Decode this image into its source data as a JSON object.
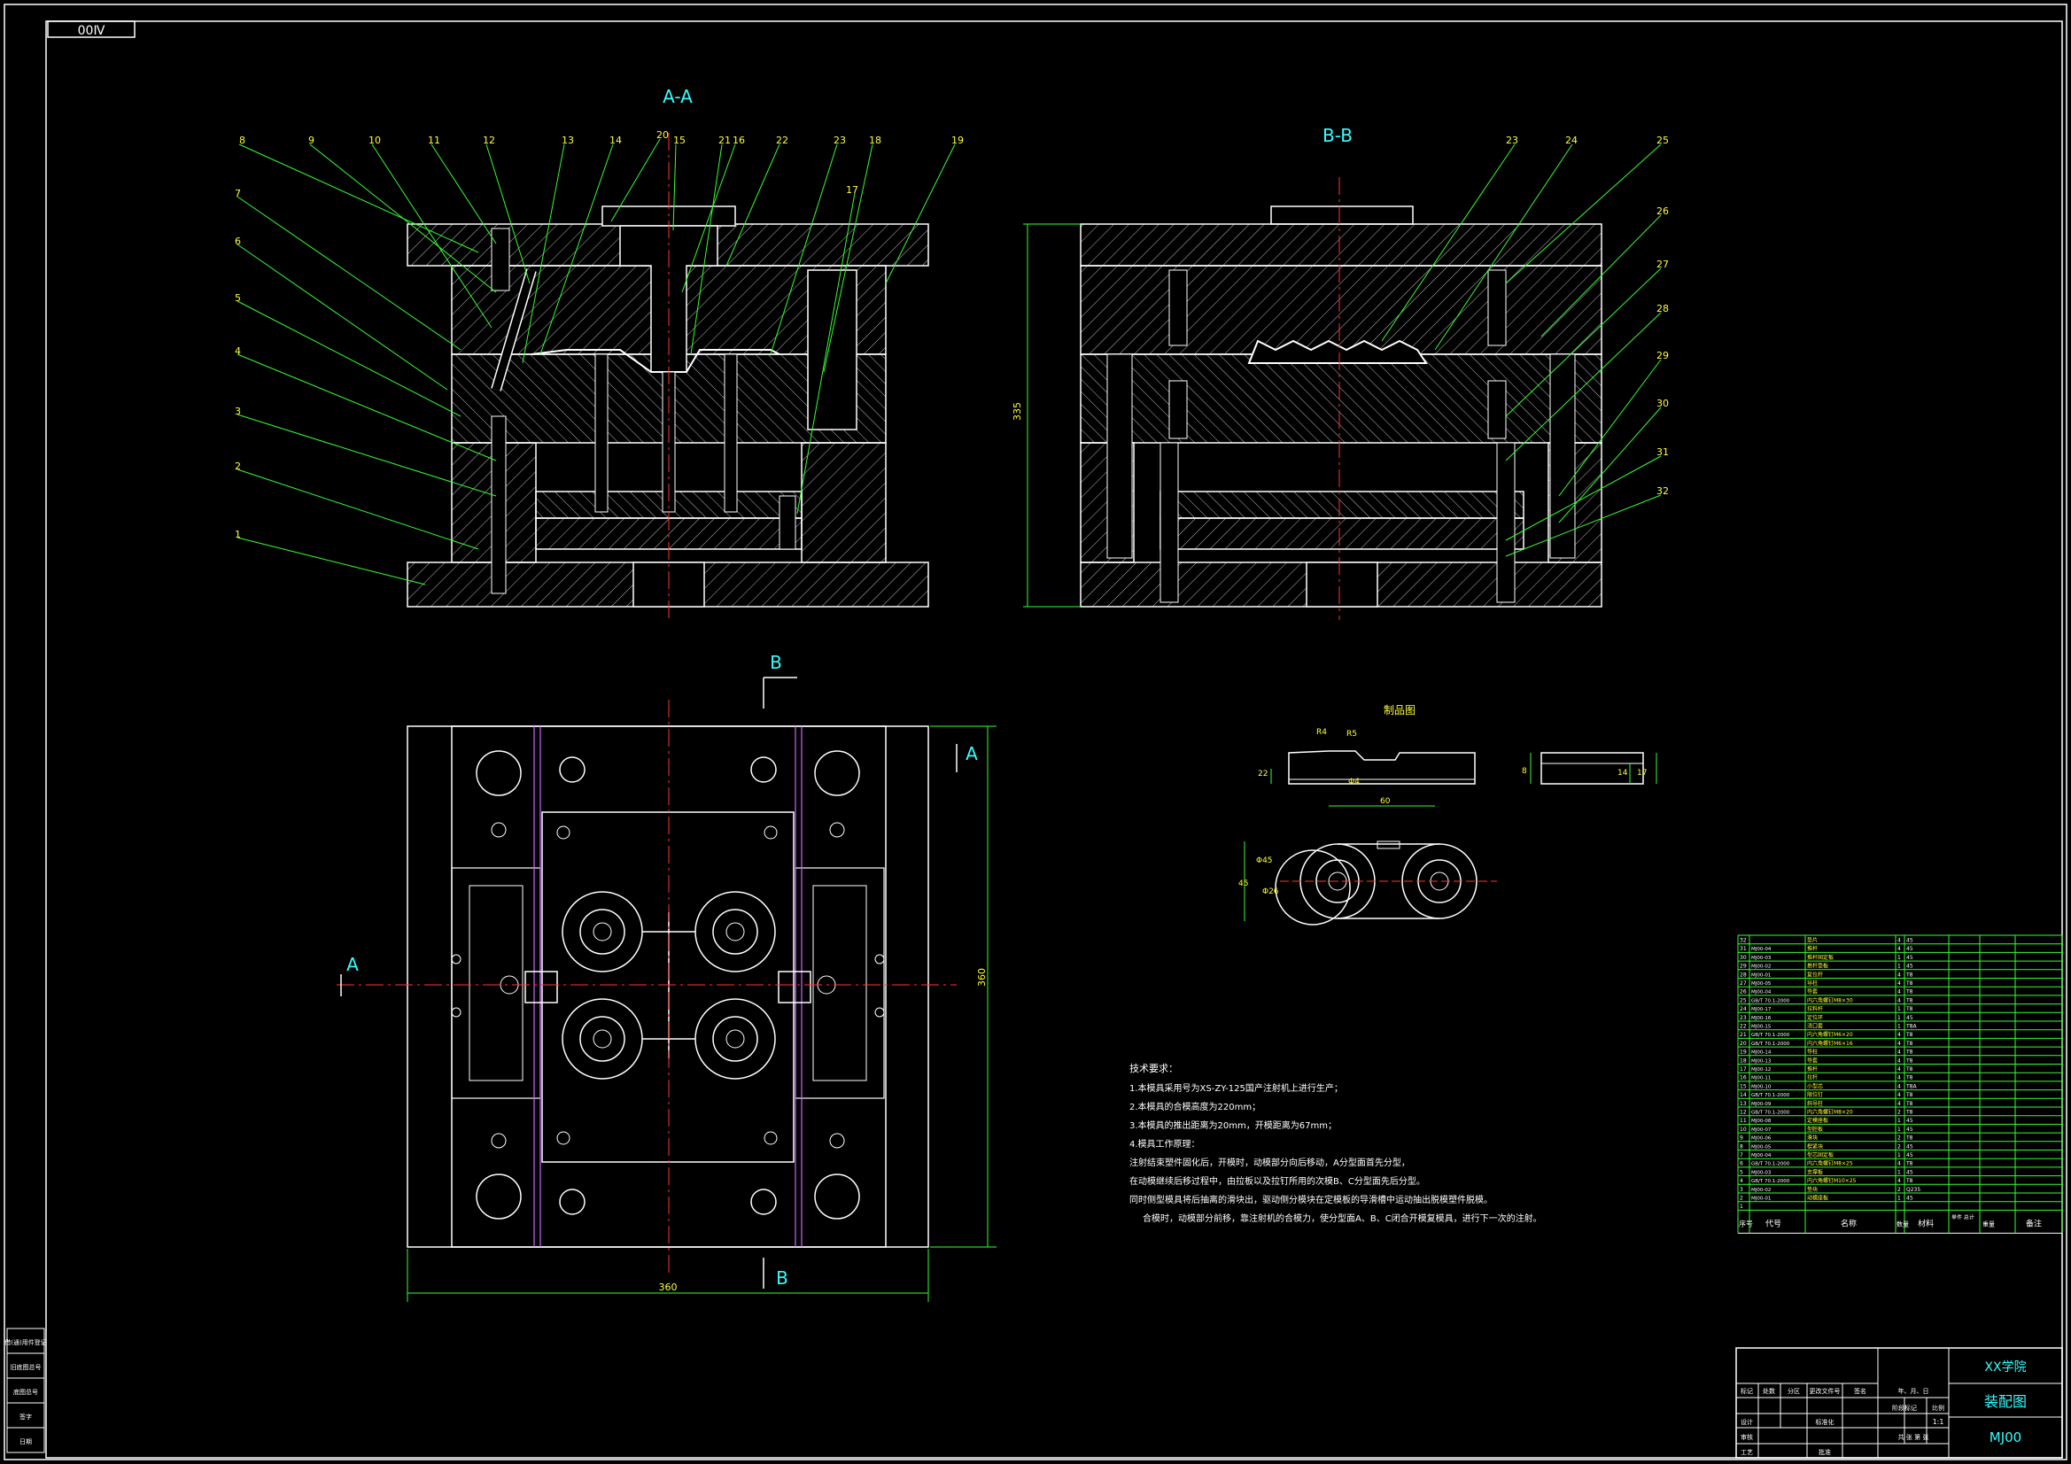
{
  "drawing": {
    "top_tag": "00Ⅳ",
    "sections": {
      "aa_title": "A-A",
      "bb_title": "B-B",
      "product_title": "制品图"
    },
    "aa_labels": [
      "8",
      "9",
      "10",
      "11",
      "12",
      "13",
      "14",
      "20",
      "15",
      "21",
      "16",
      "22",
      "23",
      "18",
      "19",
      "7",
      "6",
      "5",
      "4",
      "3",
      "2",
      "1",
      "17"
    ],
    "bb_labels": [
      "23",
      "24",
      "25",
      "26",
      "27",
      "28",
      "29",
      "30",
      "31",
      "32"
    ],
    "bb_dim": "335",
    "plan_dims": {
      "width": "360",
      "height": "360"
    },
    "section_markers": {
      "a": "A",
      "b": "B"
    },
    "product_dims": [
      "R4",
      "R5",
      "22",
      "Φ4",
      "60",
      "8",
      "14",
      "17",
      "Φ45",
      "Φ26",
      "45"
    ],
    "tech_notes": {
      "title": "技术要求：",
      "lines": [
        "1.本模具采用号为XS-ZY-125国产注射机上进行生产；",
        "2.本模具的合模高度为220mm；",
        "3.本模具的推出距离为20mm，开模距离为67mm；",
        "4.模具工作原理：",
        "注射结束塑件固化后，开模时，动模部分向后移动，A分型面首先分型，",
        "在动模继续后移过程中，由拉板以及拉钉所用的次模B、C分型面先后分型。",
        "同时侧型模具将后抽离的滑块出，驱动侧分模块在定模板的导滑槽中运动抽出脱模塑件脱模。",
        "合模时，动模部分前移，靠注射机的合模力，使分型面A、B、C闭合开模复模具，进行下一次的注射。"
      ]
    },
    "bom": {
      "header": [
        "序号",
        "代号",
        "名称",
        "数量",
        "材料",
        "单件 总计",
        "重量",
        "备注"
      ],
      "rows": [
        [
          "32",
          "",
          "垫片",
          "4",
          "45"
        ],
        [
          "31",
          "MJ00-04",
          "推杆",
          "4",
          "45"
        ],
        [
          "30",
          "MJ00-03",
          "推杆固定板",
          "1",
          "45"
        ],
        [
          "29",
          "MJ00-02",
          "推杆垫板",
          "1",
          "45"
        ],
        [
          "28",
          "MJ00-01",
          "复位杆",
          "4",
          "T8"
        ],
        [
          "27",
          "MJ00-05",
          "导柱",
          "4",
          "T8"
        ],
        [
          "26",
          "MJ00-04",
          "导套",
          "4",
          "T8"
        ],
        [
          "25",
          "GB/T 70.1-2000",
          "内六角螺钉M8×30",
          "4",
          "T8"
        ],
        [
          "24",
          "MJ00-17",
          "拉料杆",
          "1",
          "T8"
        ],
        [
          "23",
          "MJ00-16",
          "定位环",
          "1",
          "45"
        ],
        [
          "22",
          "MJ00-15",
          "浇口套",
          "1",
          "T8A"
        ],
        [
          "21",
          "GB/T 70.1-2000",
          "内六角螺钉M6×20",
          "4",
          "T8"
        ],
        [
          "20",
          "GB/T 70.1-2000",
          "内六角螺钉M6×16",
          "4",
          "T8"
        ],
        [
          "19",
          "MJ00-14",
          "导柱",
          "4",
          "T8"
        ],
        [
          "18",
          "MJ00-13",
          "导套",
          "4",
          "T8"
        ],
        [
          "17",
          "MJ00-12",
          "推杆",
          "4",
          "T8"
        ],
        [
          "16",
          "MJ00-11",
          "拉杆",
          "4",
          "T8"
        ],
        [
          "15",
          "MJ00-10",
          "小型芯",
          "4",
          "T8A"
        ],
        [
          "14",
          "GB/T 70.1-2000",
          "限位钉",
          "4",
          "T8"
        ],
        [
          "13",
          "MJ00-09",
          "斜导柱",
          "4",
          "T8"
        ],
        [
          "12",
          "GB/T 70.1-2000",
          "内六角螺钉M8×20",
          "2",
          "T8"
        ],
        [
          "11",
          "MJ00-08",
          "定模座板",
          "1",
          "45"
        ],
        [
          "10",
          "MJ00-07",
          "型腔板",
          "1",
          "45"
        ],
        [
          "9",
          "MJ00-06",
          "滑块",
          "2",
          "T8"
        ],
        [
          "8",
          "MJ00-05",
          "楔紧块",
          "2",
          "45"
        ],
        [
          "7",
          "MJ00-04",
          "型芯固定板",
          "1",
          "45"
        ],
        [
          "6",
          "GB/T 70.1-2000",
          "内六角螺钉M8×25",
          "4",
          "T8"
        ],
        [
          "5",
          "MJ00-03",
          "支撑板",
          "1",
          "45"
        ],
        [
          "4",
          "GB/T 70.1-2000",
          "内六角螺钉M10×25",
          "4",
          "T8"
        ],
        [
          "3",
          "MJ00-02",
          "垫块",
          "2",
          "Q235"
        ],
        [
          "2",
          "MJ00-01",
          "动模座板",
          "1",
          "45"
        ],
        [
          "1",
          "",
          "",
          "",
          ""
        ]
      ]
    },
    "title_block": {
      "school": "XX学院",
      "drawing_name": "装配图",
      "drawing_no": "MJ00",
      "scale": "1:1",
      "scale_label": "比例",
      "sheet_label": "共 张 第 张",
      "marks": [
        "标记",
        "处数",
        "分区",
        "更改文件号",
        "签名",
        "年、月、日"
      ],
      "roles": [
        "设计",
        "标准化",
        "审核",
        "工艺",
        "批准"
      ],
      "stage_labels": [
        "阶段标记",
        "重量",
        "比例"
      ]
    },
    "left_strip": [
      "借(通)用件登记",
      "旧底图总号",
      "底图总号",
      "签字",
      "日期"
    ]
  }
}
